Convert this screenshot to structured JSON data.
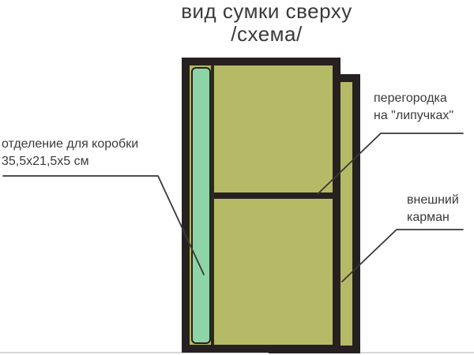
{
  "title": {
    "line1": "вид сумки сверху",
    "line2": "/схема/"
  },
  "annotations": {
    "box_compartment": {
      "line1": "отделение для коробки",
      "line2": "35,5х21,5х5 см"
    },
    "partition": {
      "line1": "перегородка",
      "line2": "на \"липучках\""
    },
    "outer_pocket": {
      "line1": "внешний",
      "line2": "карман"
    }
  },
  "colors": {
    "background": "#ffffff",
    "bag_fill": "#b5ba66",
    "strip_fill": "#8dd5a7",
    "outline_black": "#262120",
    "leader_line": "#3a3835",
    "text": "#3a3a3a"
  }
}
